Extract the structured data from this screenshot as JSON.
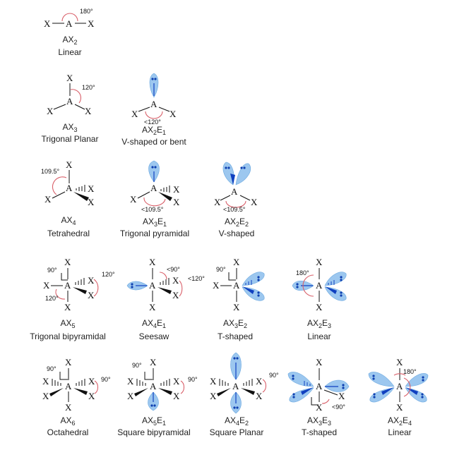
{
  "diagram": {
    "labels": {
      "central_atom": "A",
      "ligand_atom": "X"
    },
    "angles": {
      "a180": "180°",
      "a120": "120°",
      "lt120": "<120°",
      "a109": "109.5°",
      "lt109": "<109.5°",
      "a90": "90°",
      "lt90": "<90°"
    },
    "molecules": [
      {
        "formula": "AX2",
        "sub": "2",
        "name": "Linear"
      },
      {
        "formula": "AX3",
        "sub": "3",
        "name": "Trigonal Planar"
      },
      {
        "formula": "AX2E1",
        "name": "V-shaped or bent"
      },
      {
        "formula": "AX4",
        "name": "Tetrahedral"
      },
      {
        "formula": "AX3E1",
        "name": "Trigonal pyramidal"
      },
      {
        "formula": "AX2E2",
        "name": "V-shaped"
      },
      {
        "formula": "AX5",
        "name": "Trigonal bipyramidal"
      },
      {
        "formula": "AX4E1",
        "name": "Seesaw"
      },
      {
        "formula": "AX3E2",
        "name": "T-shaped"
      },
      {
        "formula": "AX2E3",
        "name": "Linear"
      },
      {
        "formula": "AX6",
        "name": "Octahedral"
      },
      {
        "formula": "AX5E1",
        "name": "Square bipyramidal"
      },
      {
        "formula": "AX4E2",
        "name": "Square Planar"
      },
      {
        "formula": "AX3E3",
        "name": "T-shaped"
      },
      {
        "formula": "AX2E4",
        "name": "Linear"
      }
    ],
    "formula_parts": [
      [
        "AX",
        "2",
        "",
        ""
      ],
      [
        "AX",
        "3",
        "",
        ""
      ],
      [
        "AX",
        "2",
        "E",
        "1"
      ],
      [
        "AX",
        "4",
        "",
        ""
      ],
      [
        "AX",
        "3",
        "E",
        "1"
      ],
      [
        "AX",
        "2",
        "E",
        "2"
      ],
      [
        "AX",
        "5",
        "",
        ""
      ],
      [
        "AX",
        "4",
        "E",
        "1"
      ],
      [
        "AX",
        "3",
        "E",
        "2"
      ],
      [
        "AX",
        "2",
        "E",
        "3"
      ],
      [
        "AX",
        "6",
        "",
        ""
      ],
      [
        "AX",
        "5",
        "E",
        "1"
      ],
      [
        "AX",
        "4",
        "E",
        "2"
      ],
      [
        "AX",
        "3",
        "E",
        "3"
      ],
      [
        "AX",
        "2",
        "E",
        "4"
      ]
    ],
    "colors": {
      "bond": "#111111",
      "angle_arc": "#d9606a",
      "lone_pair_lobe": "#9cc7ef",
      "lone_pair_dots": "#0d3fb0"
    }
  }
}
